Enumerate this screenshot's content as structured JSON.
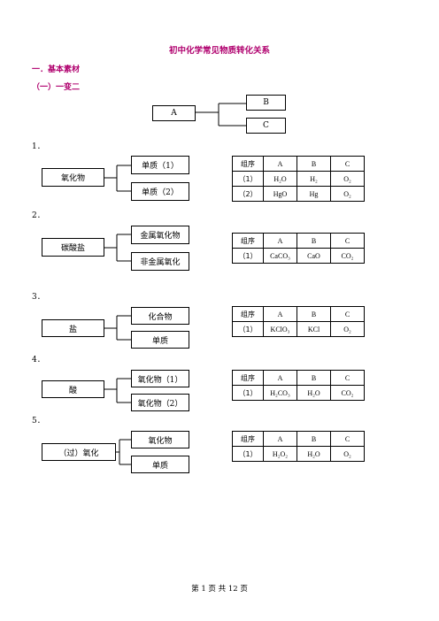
{
  "doc": {
    "title": "初中化学常见物质转化关系",
    "section1": "一．基本素材",
    "sub1": "（一）一变二",
    "footer": "第 1 页 共 12 页"
  },
  "top_diagram": {
    "a": "A",
    "b": "B",
    "c": "C"
  },
  "groups": [
    {
      "num": "1．",
      "source": "氧化物",
      "out1": "单质（1）",
      "out2": "单质（2）",
      "header": [
        "组序",
        "A",
        "B",
        "C"
      ],
      "rows": [
        [
          "（1）",
          "H₂O",
          "H₂",
          "O₂"
        ],
        [
          "（2）",
          "HgO",
          "Hg",
          "O₂"
        ]
      ]
    },
    {
      "num": "2．",
      "source": "碳酸盐",
      "out1": "金属氧化物",
      "out2": "非金属氧化",
      "header": [
        "组序",
        "A",
        "B",
        "C"
      ],
      "rows": [
        [
          "（1）",
          "CaCO₃",
          "CaO",
          "CO₂"
        ]
      ]
    },
    {
      "num": "3．",
      "source": "盐",
      "out1": "化合物",
      "out2": "单质",
      "header": [
        "组序",
        "A",
        "B",
        "C"
      ],
      "rows": [
        [
          "（1）",
          "KClO₃",
          "KCl",
          "O₂"
        ]
      ]
    },
    {
      "num": "4．",
      "source": "酸",
      "out1": "氧化物（1）",
      "out2": "氧化物（2）",
      "header": [
        "组序",
        "A",
        "B",
        "C"
      ],
      "rows": [
        [
          "（1）",
          "H₂CO₃",
          "H₂O",
          "CO₂"
        ]
      ]
    },
    {
      "num": "5．",
      "source": "（过）氧化",
      "out1": "氧化物",
      "out2": "单质",
      "header": [
        "组序",
        "A",
        "B",
        "C"
      ],
      "rows": [
        [
          "（1）",
          "H₂O₂",
          "H₂O",
          "O₂"
        ]
      ]
    }
  ]
}
